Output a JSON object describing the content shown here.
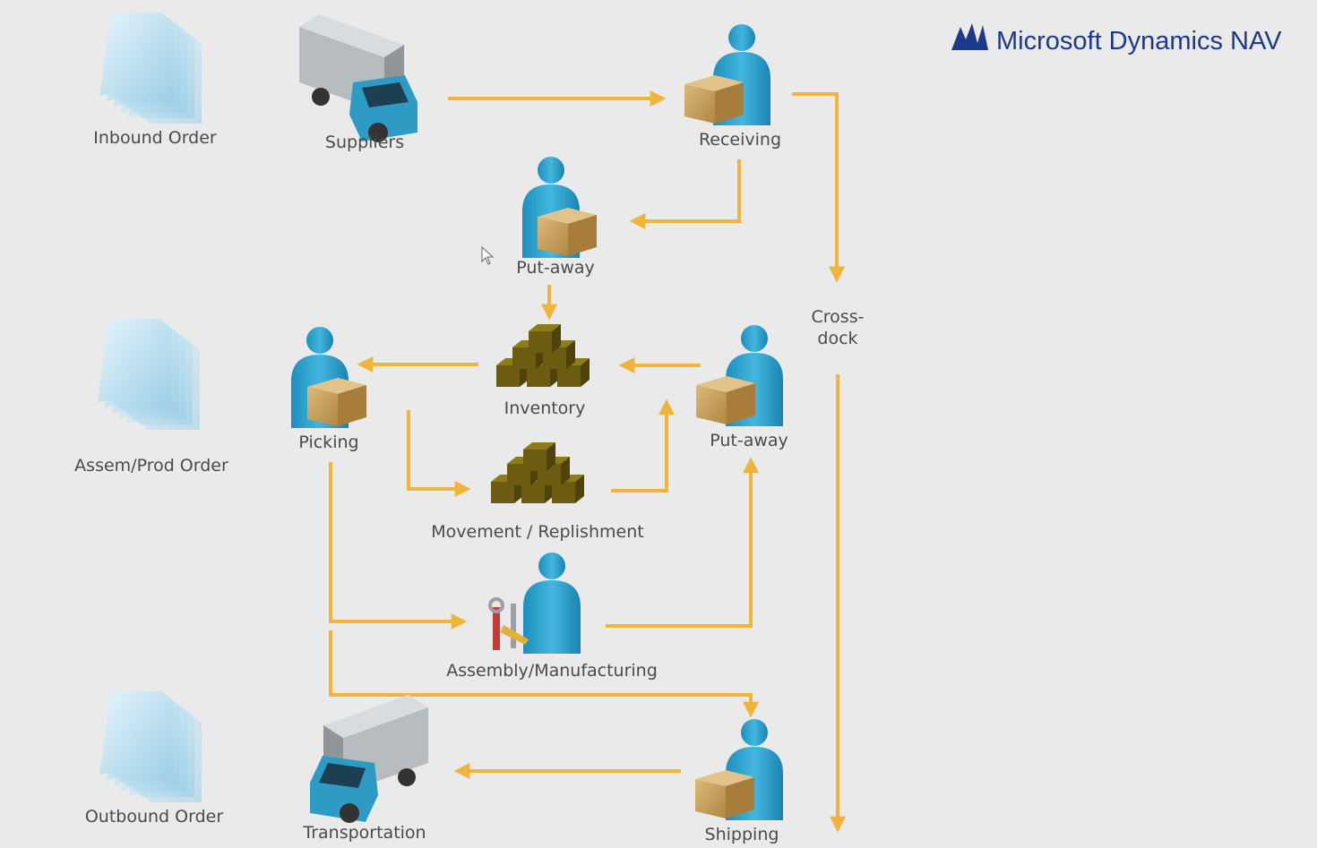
{
  "brand": {
    "name": "Microsoft Dynamics NAV",
    "logo_icon": "dynamics-logo-icon",
    "color": "#1d3a8a"
  },
  "colors": {
    "arrow": "#f0b43a",
    "person": "#29a3cf",
    "box": "#c9a05a",
    "inventory": "#6b5c12",
    "truck": "#2e9bc4",
    "document": "#bfe2f2"
  },
  "documents": {
    "inbound_order": "Inbound Order",
    "assem_prod_order": "Assem/Prod Order",
    "outbound_order": "Outbound Order"
  },
  "nodes": {
    "suppliers": "Suppliers",
    "receiving": "Receiving",
    "put_away_top": "Put-away",
    "inventory": "Inventory",
    "picking": "Picking",
    "put_away_right": "Put-away",
    "movement": "Movement / Replishment",
    "assembly": "Assembly/Manufacturing",
    "transportation": "Transportation",
    "shipping": "Shipping",
    "cross_dock_line1": "Cross-",
    "cross_dock_line2": "dock"
  }
}
